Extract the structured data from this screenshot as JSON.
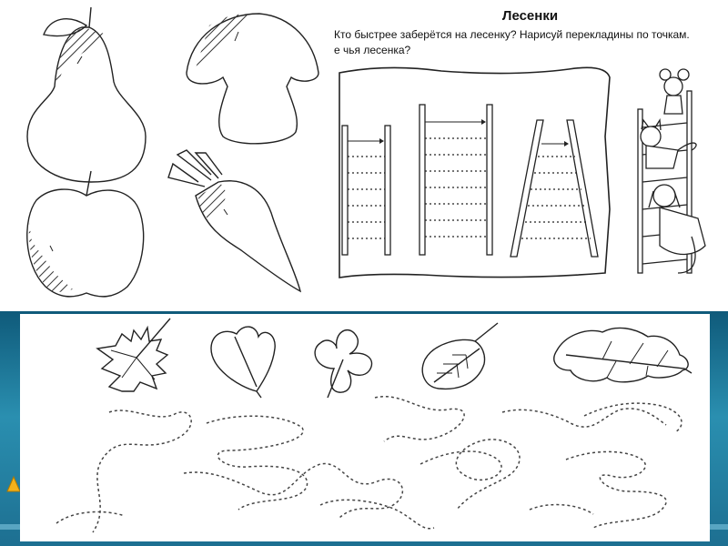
{
  "ladders_page": {
    "title": "Лесенки",
    "instruction_line1": "Кто быстрее заберётся на лесенку? Нарисуй перекладины по точкам.",
    "instruction_line2": "е чья лесенка?"
  },
  "colors": {
    "slide_background": "#ffffff",
    "band": "#1d6f91",
    "ink": "#111111",
    "hatch": "#333333"
  }
}
